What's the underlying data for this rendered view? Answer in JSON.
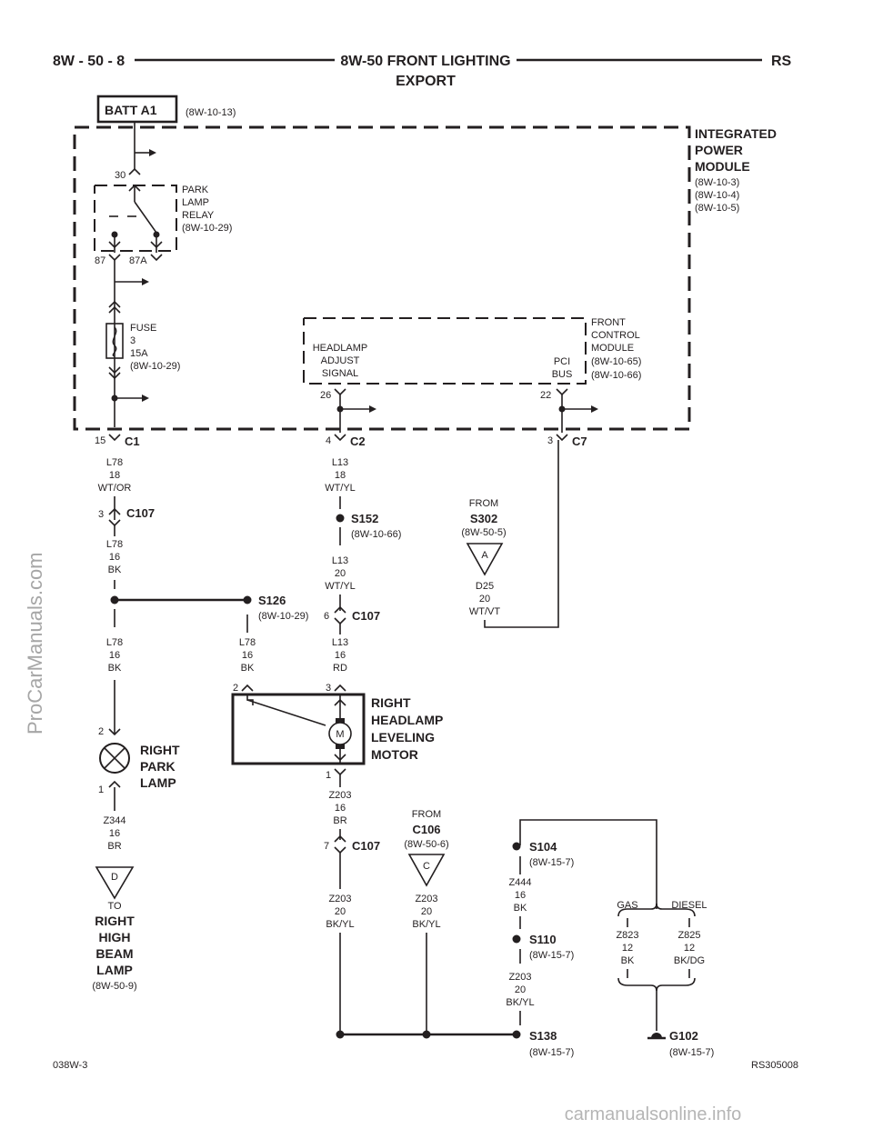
{
  "header": {
    "left": "8W - 50 - 8",
    "title_line1": "8W-50 FRONT LIGHTING",
    "title_line2": "EXPORT",
    "right": "RS"
  },
  "batt": {
    "label": "BATT A1",
    "ref": "(8W-10-13)"
  },
  "ipm": {
    "name": [
      "INTEGRATED",
      "POWER",
      "MODULE"
    ],
    "refs": [
      "(8W-10-3)",
      "(8W-10-4)",
      "(8W-10-5)"
    ]
  },
  "relay": {
    "lines": [
      "PARK",
      "LAMP",
      "RELAY",
      "(8W-10-29)"
    ],
    "pin_in": "30",
    "pin_87": "87",
    "pin_87a": "87A"
  },
  "fuse": {
    "lines": [
      "FUSE",
      "3",
      "15A",
      "(8W-10-29)"
    ]
  },
  "fcm": {
    "lines": [
      "FRONT",
      "CONTROL",
      "MODULE",
      "(8W-10-65)",
      "(8W-10-66)"
    ],
    "headlamp_signal": [
      "HEADLAMP",
      "ADJUST",
      "SIGNAL"
    ],
    "pci_bus": [
      "PCI",
      "BUS"
    ],
    "pin_26": "26",
    "pin_22": "22"
  },
  "connectors": {
    "c1": {
      "name": "C1",
      "pin": "15"
    },
    "c2": {
      "name": "C2",
      "pin": "4"
    },
    "c7": {
      "name": "C7",
      "pin": "3"
    },
    "c107_a": {
      "name": "C107",
      "pin": "3"
    },
    "c107_b": {
      "name": "C107",
      "pin": "6"
    },
    "c107_c": {
      "name": "C107",
      "pin": "7"
    }
  },
  "wires": {
    "l78_18": [
      "L78",
      "18",
      "WT/OR"
    ],
    "l78_16a": [
      "L78",
      "16",
      "BK"
    ],
    "l78_16b": [
      "L78",
      "16",
      "BK"
    ],
    "l78_16c": [
      "L78",
      "16",
      "BK"
    ],
    "l13_18": [
      "L13",
      "18",
      "WT/YL"
    ],
    "l13_20": [
      "L13",
      "20",
      "WT/YL"
    ],
    "l13_16": [
      "L13",
      "16",
      "RD"
    ],
    "d25": [
      "D25",
      "20",
      "WT/VT"
    ],
    "z203_16": [
      "Z203",
      "16",
      "BR"
    ],
    "z203_20a": [
      "Z203",
      "20",
      "BK/YL"
    ],
    "z203_20b": [
      "Z203",
      "20",
      "BK/YL"
    ],
    "z203_20c": [
      "Z203",
      "20",
      "BK/YL"
    ],
    "z344": [
      "Z344",
      "16",
      "BR"
    ],
    "z444": [
      "Z444",
      "16",
      "BK"
    ],
    "z823": [
      "Z823",
      "12",
      "BK"
    ],
    "z825": [
      "Z825",
      "12",
      "BK/DG"
    ]
  },
  "splices": {
    "s152": {
      "name": "S152",
      "ref": "(8W-10-66)"
    },
    "s126": {
      "name": "S126",
      "ref": "(8W-10-29)"
    },
    "s104": {
      "name": "S104",
      "ref": "(8W-15-7)"
    },
    "s110": {
      "name": "S110",
      "ref": "(8W-15-7)"
    },
    "s138": {
      "name": "S138",
      "ref": "(8W-15-7)"
    }
  },
  "ground": {
    "name": "G102",
    "ref": "(8W-15-7)"
  },
  "from_s302": {
    "from": "FROM",
    "name": "S302",
    "ref": "(8W-50-5)",
    "tag": "A"
  },
  "from_c106": {
    "from": "FROM",
    "name": "C106",
    "ref": "(8W-50-6)",
    "tag": "C"
  },
  "to_high_beam": {
    "to": "TO",
    "name": [
      "RIGHT",
      "HIGH",
      "BEAM",
      "LAMP"
    ],
    "ref": "(8W-50-9)",
    "tag": "D"
  },
  "park_lamp": {
    "name": [
      "RIGHT",
      "PARK",
      "LAMP"
    ],
    "pin_2": "2",
    "pin_1": "1"
  },
  "motor": {
    "name": [
      "RIGHT",
      "HEADLAMP",
      "LEVELING",
      "MOTOR"
    ],
    "symbol": "M",
    "pin_2": "2",
    "pin_3": "3",
    "pin_1": "1"
  },
  "engine": {
    "gas": "GAS",
    "diesel": "DIESEL"
  },
  "footer": {
    "left": "038W-3",
    "right": "RS305008"
  },
  "watermarks": {
    "side": "ProCarManuals.com",
    "bottom": "carmanualsonline.info"
  }
}
